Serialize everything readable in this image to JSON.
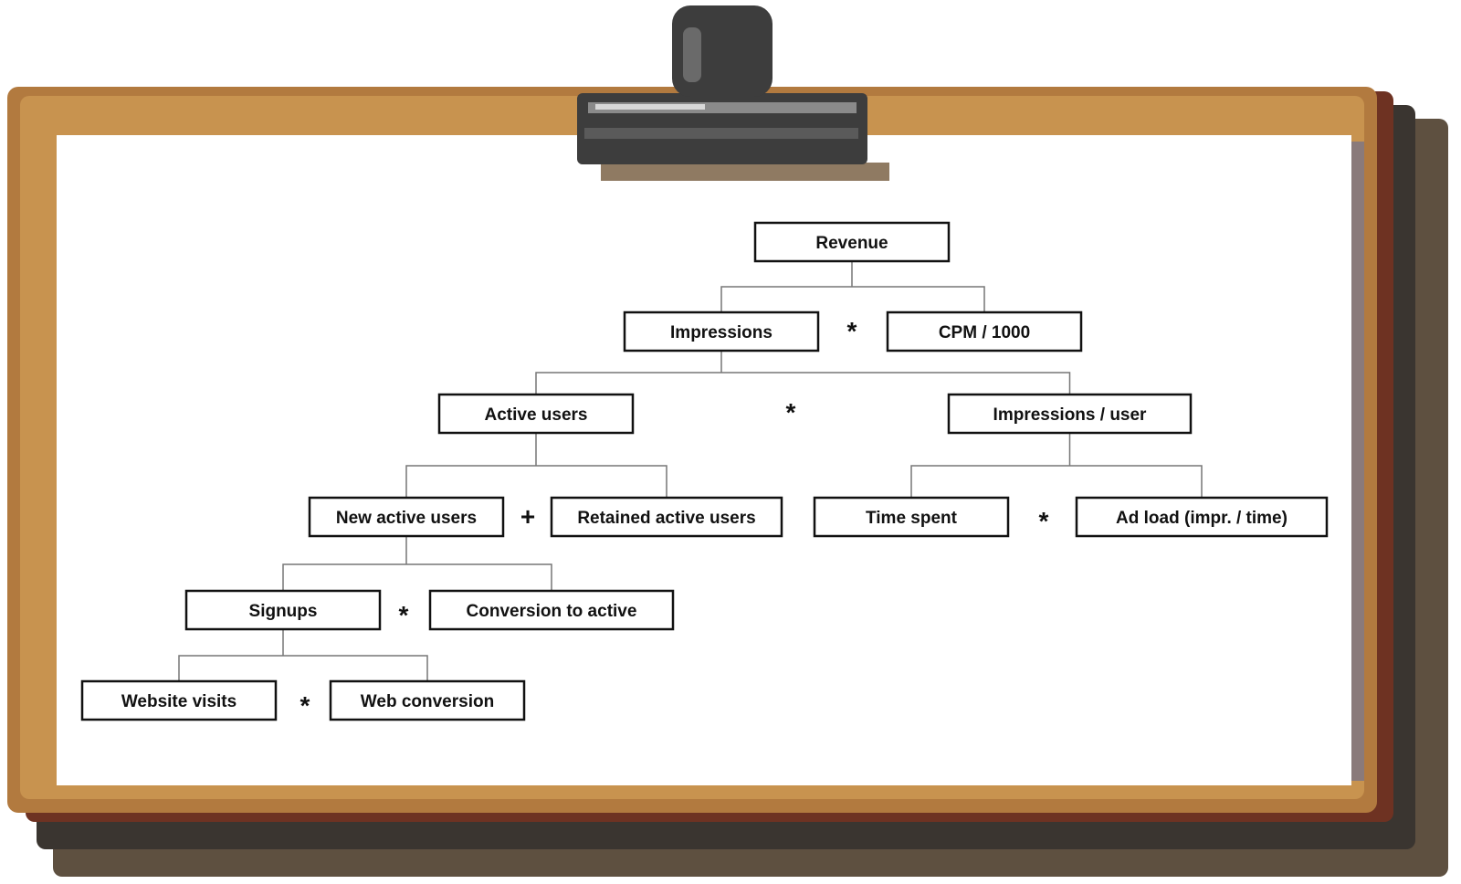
{
  "colors": {
    "wood_light": "#c8934f",
    "wood_mid": "#b27a3f",
    "wood_dark": "#6e3222",
    "shadow": "#3a3530",
    "paper": "#ffffff",
    "clip_body": "#3d3d3d",
    "clip_highlight": "#8a8a8a",
    "box_stroke": "#111111",
    "connector": "#777777"
  },
  "diagram": {
    "nodes": {
      "revenue": "Revenue",
      "impressions": "Impressions",
      "cpm": "CPM / 1000",
      "active_users": "Active users",
      "impressions_per_user": "Impressions / user",
      "new_active_users": "New active users",
      "retained_active_users": "Retained active users",
      "time_spent": "Time spent",
      "ad_load": "Ad load (impr. / time)",
      "signups": "Signups",
      "conversion_to_active": "Conversion to active",
      "website_visits": "Website visits",
      "web_conversion": "Web conversion"
    },
    "operators": {
      "revenue_split": "*",
      "impressions_split": "*",
      "active_users_split": "+",
      "impressions_per_user_split": "*",
      "new_active_users_split": "*",
      "signups_split": "*"
    }
  }
}
